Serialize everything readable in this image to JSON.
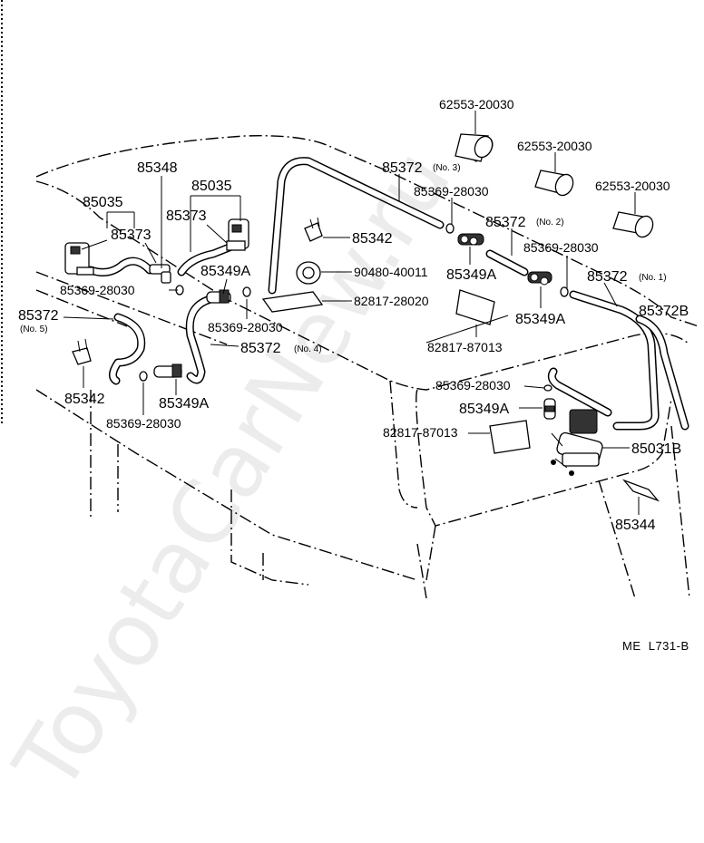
{
  "watermark": "ToyotaCarNew.ru",
  "diagram_ref": "ME  L731-B",
  "labels": {
    "p62553_a": "62553-20030",
    "p62553_b": "62553-20030",
    "p62553_c": "62553-20030",
    "p85372_no3": "85372",
    "no3": "(No. 3)",
    "p85369_a": "85369-28030",
    "p85372_no2": "85372",
    "no2": "(No. 2)",
    "p85369_b": "85369-28030",
    "p85372_no1": "85372",
    "no1": "(No. 1)",
    "p85372b": "85372B",
    "p85348": "85348",
    "p85035_a": "85035",
    "p85035_b": "85035",
    "p85373_a": "85373",
    "p85373_b": "85373",
    "p85342_a": "85342",
    "p90480": "90480-40011",
    "p85349a_a": "85349A",
    "p85349a_b": "85349A",
    "p82817_28020": "82817-28020",
    "p85349a_c": "85349A",
    "p82817_87013_a": "82817-87013",
    "p85369_c": "85369-28030",
    "p85369_d": "85369-28030",
    "p85372_no5": "85372",
    "no5": "(No. 5)",
    "p85372_no4": "85372",
    "no4": "(No. 4)",
    "p85342_b": "85342",
    "p85349a_d": "85349A",
    "p85369_e": "85369-28030",
    "p85369_f": "85369-28030",
    "p85349a_e": "85349A",
    "p82817_87013_b": "82817-87013",
    "p85031b": "85031B",
    "p85344": "85344"
  }
}
